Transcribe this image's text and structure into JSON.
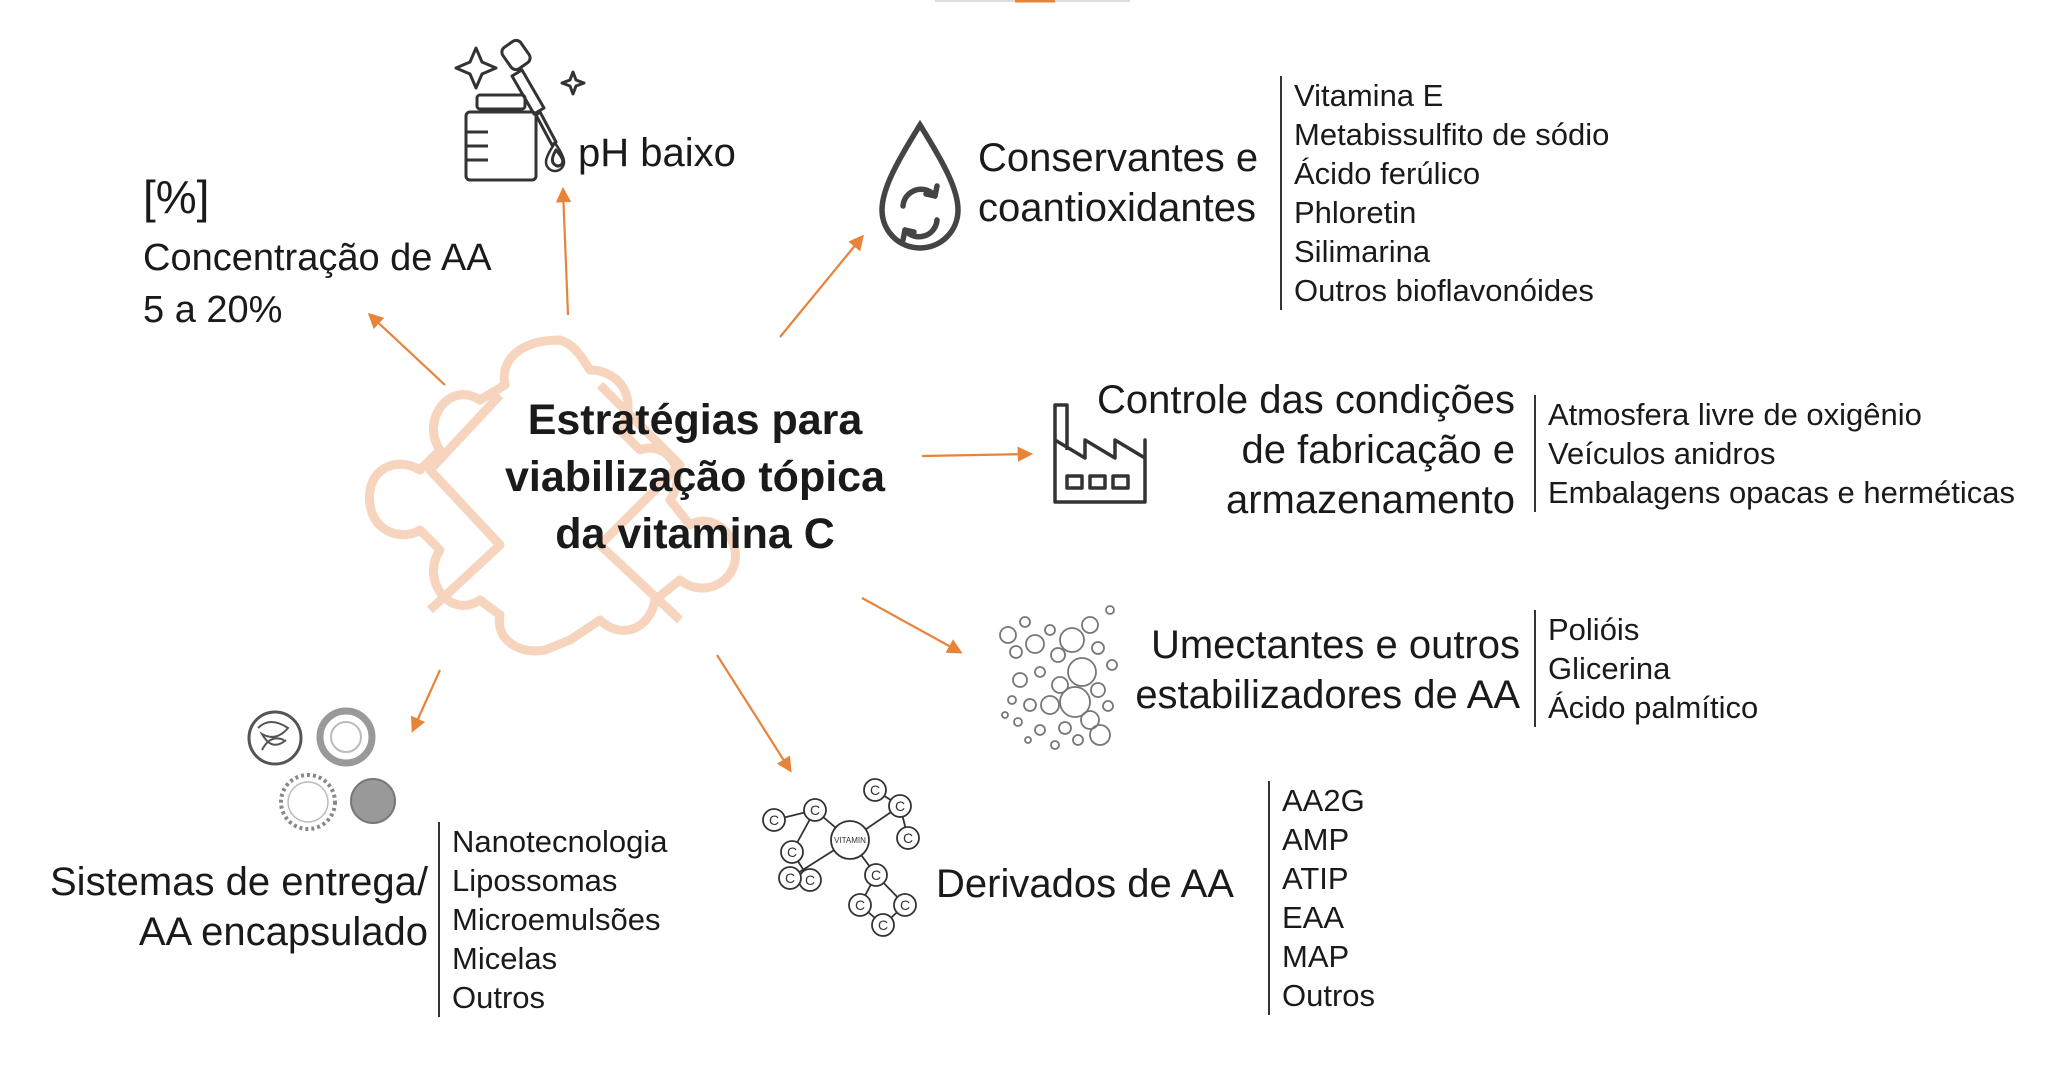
{
  "center": {
    "line1": "Estratégias para",
    "line2": "viabilização tópica",
    "line3": "da vitamina C"
  },
  "concentration": {
    "symbol": "[%]",
    "line1": "Concentração de AA",
    "line2": "5 a 20%"
  },
  "ph": {
    "label": "pH baixo"
  },
  "conservantes": {
    "line1": "Conservantes e",
    "line2": "coantioxidantes",
    "items": [
      "Vitamina E",
      "Metabissulfito de sódio",
      "Ácido ferúlico",
      "Phloretin",
      "Silimarina",
      "Outros bioflavonóides"
    ]
  },
  "controle": {
    "line1": "Controle das condições",
    "line2": "de fabricação e",
    "line3": "armazenamento",
    "items": [
      "Atmosfera livre de oxigênio",
      "Veículos anidros",
      "Embalagens opacas e herméticas"
    ]
  },
  "umectantes": {
    "line1": "Umectantes e outros",
    "line2": "estabilizadores de AA",
    "items": [
      "Polióis",
      "Glicerina",
      "Ácido palmítico"
    ]
  },
  "sistemas": {
    "line1": "Sistemas de entrega/",
    "line2": "AA encapsulado",
    "items": [
      "Nanotecnologia",
      "Lipossomas",
      "Microemulsões",
      "Micelas",
      "Outros"
    ]
  },
  "derivados": {
    "label": "Derivados de AA",
    "items": [
      "AA2G",
      "AMP",
      "ATIP",
      "EAA",
      "MAP",
      "Outros"
    ]
  },
  "vitamin_icon_label": "VITAMIN",
  "vitamin_c_letter": "C",
  "colors": {
    "arrow": "#e8833a",
    "puzzle": "#f6d4bd",
    "text": "#1a1a1a",
    "icon": "#444444"
  }
}
